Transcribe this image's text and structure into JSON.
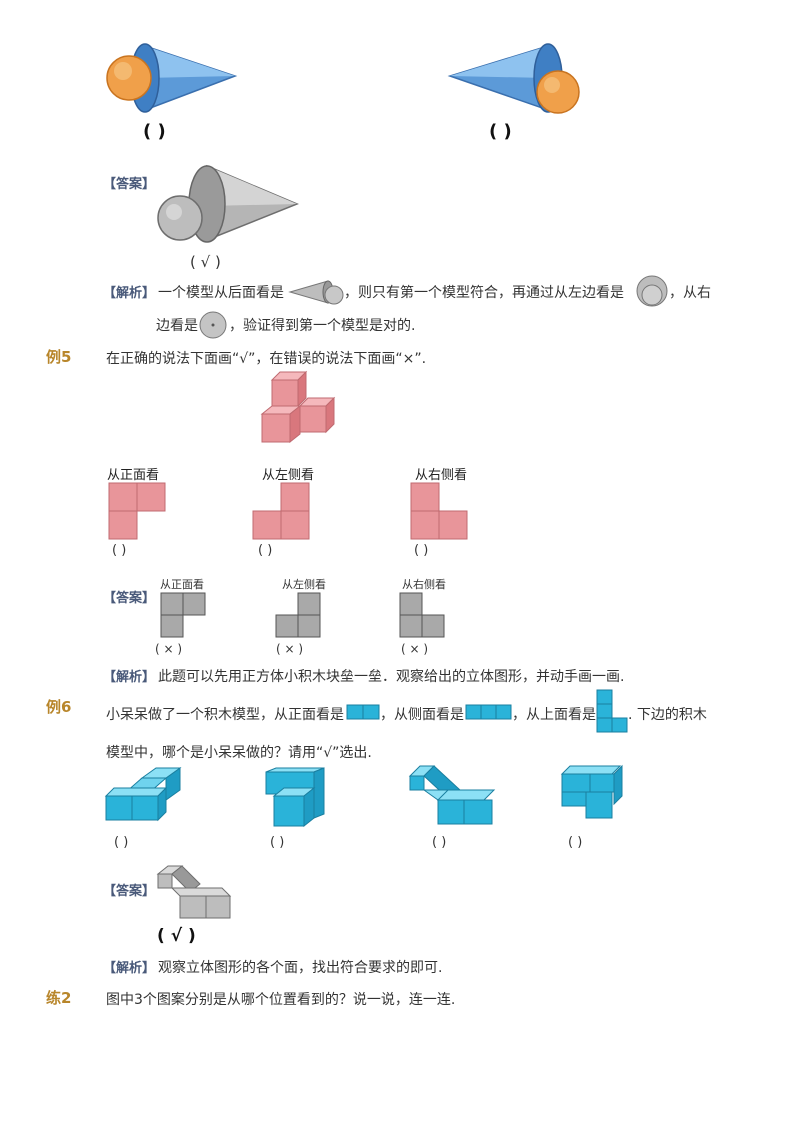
{
  "part1": {
    "paren_left": "(        )",
    "paren_right": "(          )",
    "answer_tag": "【答案】",
    "answer_paren": "(     √     )",
    "analysis_tag": "【解析】",
    "analysis_text_a": "一个模型从后面看是",
    "analysis_text_b": "，则只有第一个模型符合，再通过从左边看是",
    "analysis_text_c": "，从右",
    "analysis_text_d": "边看是",
    "analysis_text_e": "，验证得到第一个模型是对的."
  },
  "example5": {
    "label": "例5",
    "question": "在正确的说法下面画“√”，在错误的说法下面画“×”.",
    "views": [
      {
        "label": "从正面看",
        "paren": "(        )"
      },
      {
        "label": "从左侧看",
        "paren": "(        )"
      },
      {
        "label": "从右侧看",
        "paren": "(        )"
      }
    ],
    "answer_tag": "【答案】",
    "answer_views": [
      {
        "label": "从正面看",
        "paren": "(    ×    )"
      },
      {
        "label": "从左侧看",
        "paren": "(    ×    )"
      },
      {
        "label": "从右侧看",
        "paren": "(    ×    )"
      }
    ],
    "analysis_tag": "【解析】",
    "analysis_text": "此题可以先用正方体小积木块垒一垒．观察给出的立体图形，并动手画一画."
  },
  "example6": {
    "label": "例6",
    "q_a": "小呆呆做了一个积木模型，从正面看是",
    "q_b": "，从侧面看是",
    "q_c": "，从上面看是",
    "q_d": ". 下边的积木",
    "q_line2": "模型中，哪个是小呆呆做的？请用“√”选出.",
    "options_paren": [
      "(        )",
      "(        )",
      "(        )",
      "(        )"
    ],
    "answer_tag": "【答案】",
    "answer_paren": "(    √    )",
    "analysis_tag": "【解析】",
    "analysis_text": "观察立体图形的各个面，找出符合要求的即可."
  },
  "practice2": {
    "label": "练2",
    "question": "图中3个图案分别是从哪个位置看到的？说一说，连一连."
  },
  "colors": {
    "pink": "#e8959a",
    "gray": "#a9a9a9",
    "cyan": "#2ab3d9",
    "gold": "#b8862b"
  }
}
